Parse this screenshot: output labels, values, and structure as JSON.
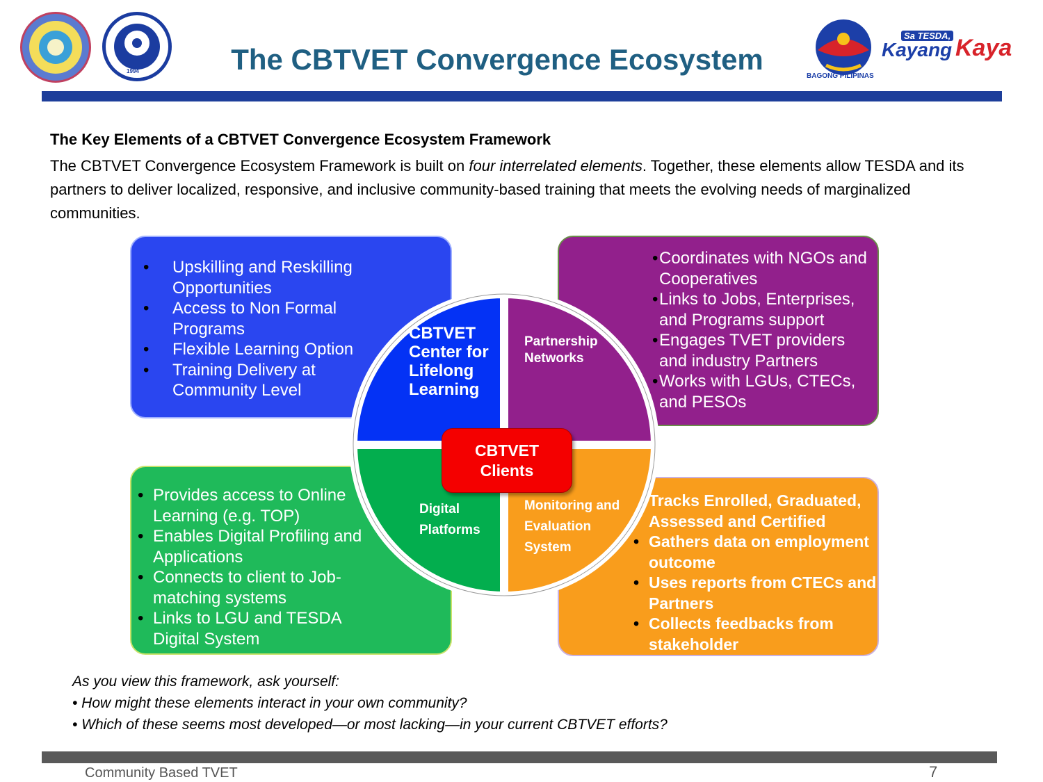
{
  "header": {
    "title": "The CBTVET Convergence Ecosystem",
    "right_logo_text_top": "Sa TESDA,",
    "right_logo_text_main_1": "Kayang",
    "right_logo_text_main_2": "Kaya",
    "bagong_pilipinas": "BAGONG PILIPINAS",
    "seal_year": "1994"
  },
  "intro": {
    "heading": "The Key Elements of a CBTVET Convergence Ecosystem Framework",
    "body_part1": "The CBTVET Convergence Ecosystem Framework is built on ",
    "body_italic": "four interrelated elements",
    "body_part2": ". Together, these elements allow TESDA and its partners to deliver localized, responsive, and inclusive community-based training that meets the evolving needs of marginalized communities."
  },
  "quadrants": {
    "top_left_label": "CBTVET Center for Lifelong Learning",
    "top_right_label": "Partnership Networks",
    "bottom_left_label": "Digital Platforms",
    "bottom_right_label": "Monitoring and Evaluation System",
    "center_label_line1": "CBTVET",
    "center_label_line2": "Clients"
  },
  "boxes": {
    "blue": [
      "Upskilling and Reskilling Opportunities",
      "Access to Non Formal Programs",
      "Flexible Learning Option",
      "Training Delivery at Community Level"
    ],
    "purple": [
      "Coordinates with  NGOs and Cooperatives",
      "Links to Jobs, Enterprises, and Programs support",
      "Engages TVET providers and industry Partners",
      "Works with LGUs, CTECs, and PESOs"
    ],
    "green": [
      " Provides access to  Online Learning (e.g. TOP)",
      "Enables Digital Profiling and Applications",
      "Connects to client to Job-matching systems",
      "Links to LGU and TESDA Digital System"
    ],
    "orange": [
      "Tracks Enrolled, Graduated, Assessed and Certified",
      "Gathers data on employment outcome",
      "Uses reports from CTECs and Partners",
      "Collects feedbacks from stakeholder"
    ]
  },
  "reflection": {
    "line1": "As you view this framework, ask yourself:",
    "line2": "• How might these elements interact in your own community?",
    "line3": "• Which of these seems most developed—or most lacking—in your current CBTVET efforts?"
  },
  "footer": {
    "text": "Community Based TVET",
    "page_number": "7"
  },
  "colors": {
    "title": "#1f5f82",
    "top_bar": "#1d3e9a",
    "blue_box": "#2a46f0",
    "purple_box": "#92208c",
    "green_box": "#1fba5a",
    "orange_box": "#f99d1c",
    "center": "#f40000",
    "bottom_bar": "#595959"
  }
}
